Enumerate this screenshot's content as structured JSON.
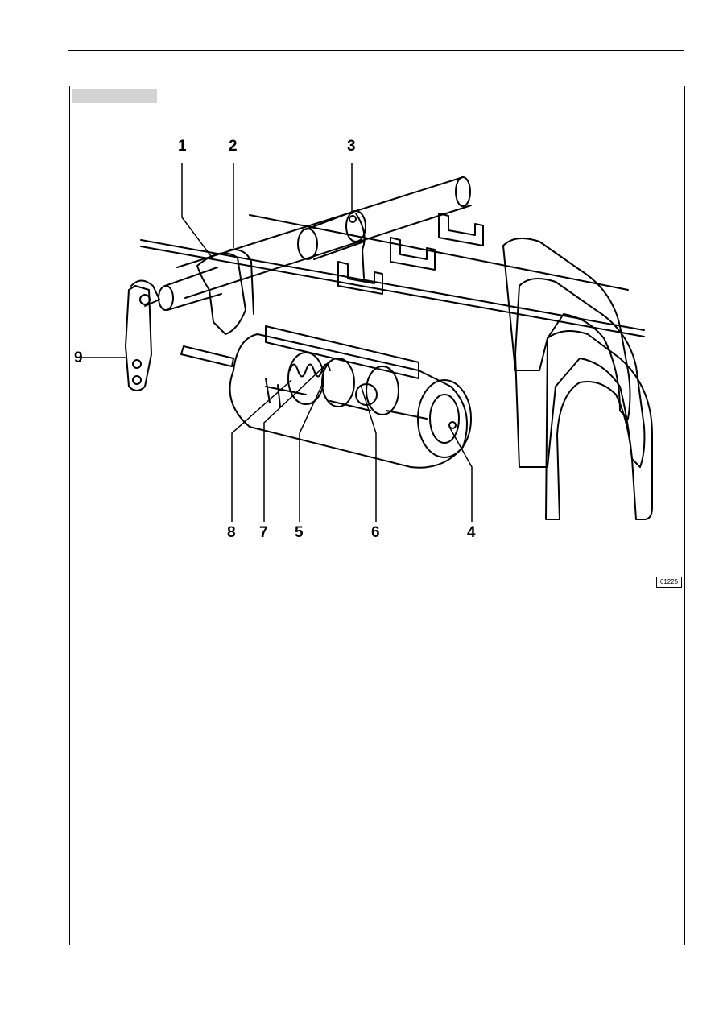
{
  "figure": {
    "callouts": [
      {
        "id": "c1",
        "label": "1"
      },
      {
        "id": "c2",
        "label": "2"
      },
      {
        "id": "c3",
        "label": "3"
      },
      {
        "id": "c9",
        "label": "9"
      },
      {
        "id": "c8",
        "label": "8"
      },
      {
        "id": "c7",
        "label": "7"
      },
      {
        "id": "c5",
        "label": "5"
      },
      {
        "id": "c6",
        "label": "6"
      },
      {
        "id": "c4",
        "label": "4"
      }
    ],
    "figure_code": "61225"
  }
}
